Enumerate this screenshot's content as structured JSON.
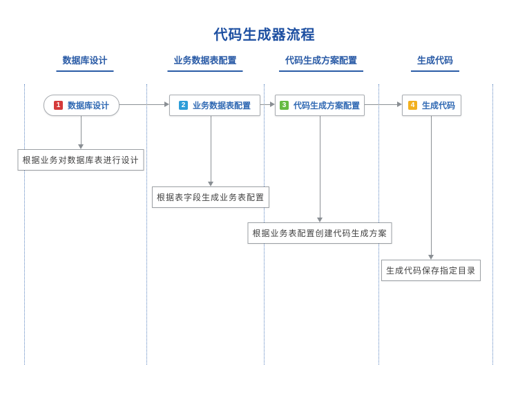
{
  "title": "代码生成器流程",
  "colors": {
    "title_blue": "#1d4fa1",
    "header_blue": "#2a5ba6",
    "node_label_blue": "#3069b3",
    "lane_line_blue": "#5c85c0",
    "arrow_gray": "#8a8f94",
    "node_border_gray": "#a7abb0",
    "badge_red": "#d53a3a",
    "badge_blue": "#2d9dd8",
    "badge_green": "#67bb43",
    "badge_yellow": "#f2b01e"
  },
  "lanes": [
    {
      "header": "数据库设计"
    },
    {
      "header": "业务数据表配置"
    },
    {
      "header": "代码生成方案配置"
    },
    {
      "header": "生成代码"
    }
  ],
  "steps": [
    {
      "number": "1",
      "label": "数据库设计",
      "badge_color": "#d53a3a",
      "shape": "stadium",
      "description": "根据业务对数据库表进行设计"
    },
    {
      "number": "2",
      "label": "业务数据表配置",
      "badge_color": "#2d9dd8",
      "shape": "rect",
      "description": "根据表字段生成业务表配置"
    },
    {
      "number": "3",
      "label": "代码生成方案配置",
      "badge_color": "#67bb43",
      "shape": "rect",
      "description": "根据业务表配置创建代码生成方案"
    },
    {
      "number": "4",
      "label": "生成代码",
      "badge_color": "#f2b01e",
      "shape": "rect",
      "description": "生成代码保存指定目录"
    }
  ]
}
